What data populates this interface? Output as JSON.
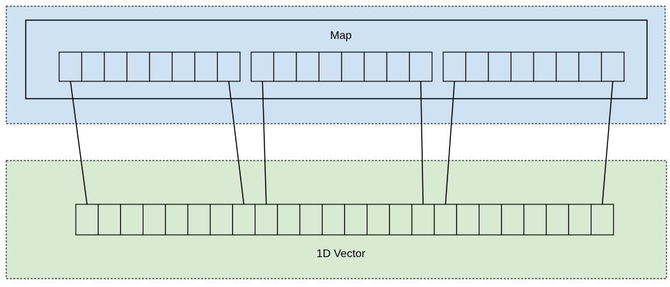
{
  "diagram": {
    "map_label": "Map",
    "vector_label": "1D Vector",
    "map_groups": [
      {
        "cells": 8
      },
      {
        "cells": 8
      },
      {
        "cells": 8
      }
    ],
    "vector_cells": 24,
    "links": [
      {
        "group": 0,
        "group_cell": 0,
        "vector_cell": 0
      },
      {
        "group": 0,
        "group_cell": 7,
        "vector_cell": 7
      },
      {
        "group": 1,
        "group_cell": 0,
        "vector_cell": 8
      },
      {
        "group": 1,
        "group_cell": 7,
        "vector_cell": 15
      },
      {
        "group": 2,
        "group_cell": 0,
        "vector_cell": 16
      },
      {
        "group": 2,
        "group_cell": 7,
        "vector_cell": 23
      }
    ],
    "colors": {
      "map_region": "#cfe2f3",
      "vector_region": "#d9ead3",
      "stroke": "#000000"
    }
  }
}
